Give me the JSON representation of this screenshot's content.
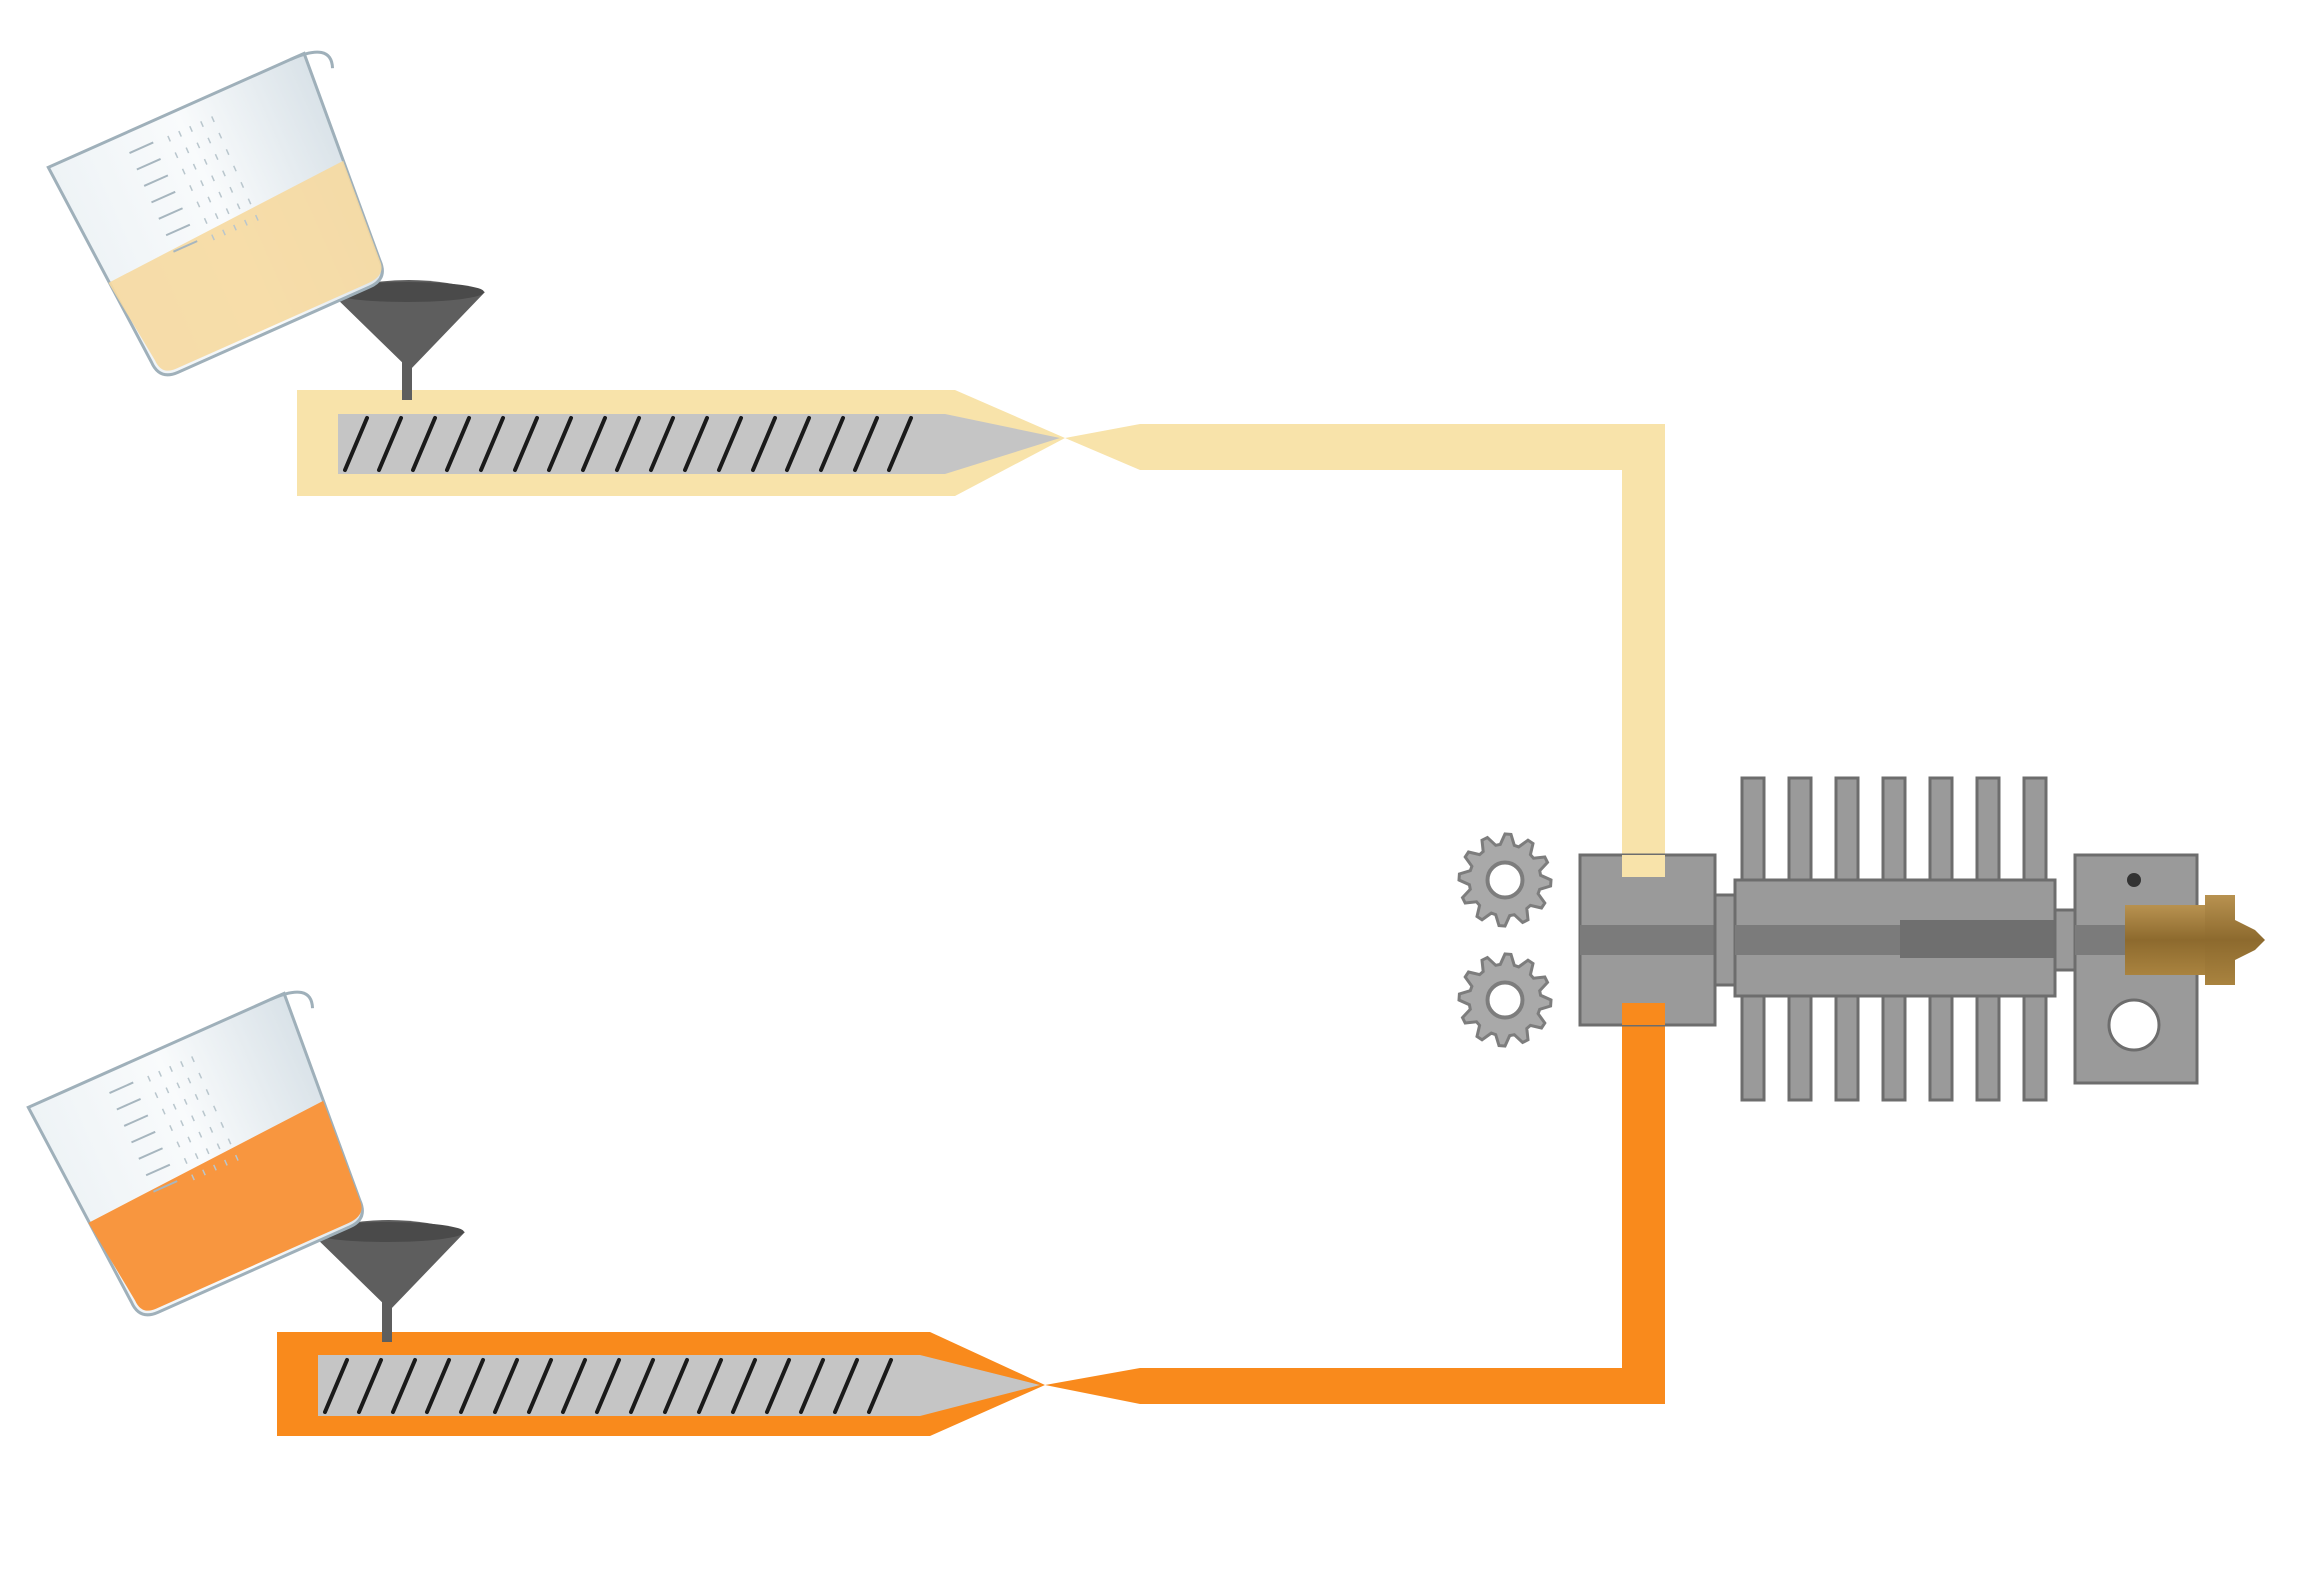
{
  "colors": {
    "background": "#ffffff",
    "filament_light": "#f8e3aa",
    "filament_orange": "#f98a1c",
    "liquid_light": "#f6d9a0",
    "liquid_orange": "#f8963f",
    "screw_body": "#c5c5c5",
    "screw_thread": "#1a1a1a",
    "funnel": "#5e5e5e",
    "gear": "#a9a9a9",
    "hotend_metal": "#9a9a9a",
    "hotend_dark": "#7b7b7b",
    "nozzle_brass": "#9c7a3c",
    "glass": "#dfe7ec"
  },
  "components": {
    "top_line": {
      "material": "light",
      "parts": [
        "beaker-icon",
        "funnel-icon",
        "extruder-barrel",
        "extrusion-screw",
        "filament-path"
      ]
    },
    "bottom_line": {
      "material": "orange",
      "parts": [
        "beaker-icon",
        "funnel-icon",
        "extruder-barrel",
        "extrusion-screw",
        "filament-path"
      ]
    },
    "print_head": {
      "parts": [
        "drive-gear-icon",
        "drive-gear-icon",
        "feed-block",
        "heatsink",
        "heater-block",
        "nozzle-icon"
      ]
    }
  }
}
